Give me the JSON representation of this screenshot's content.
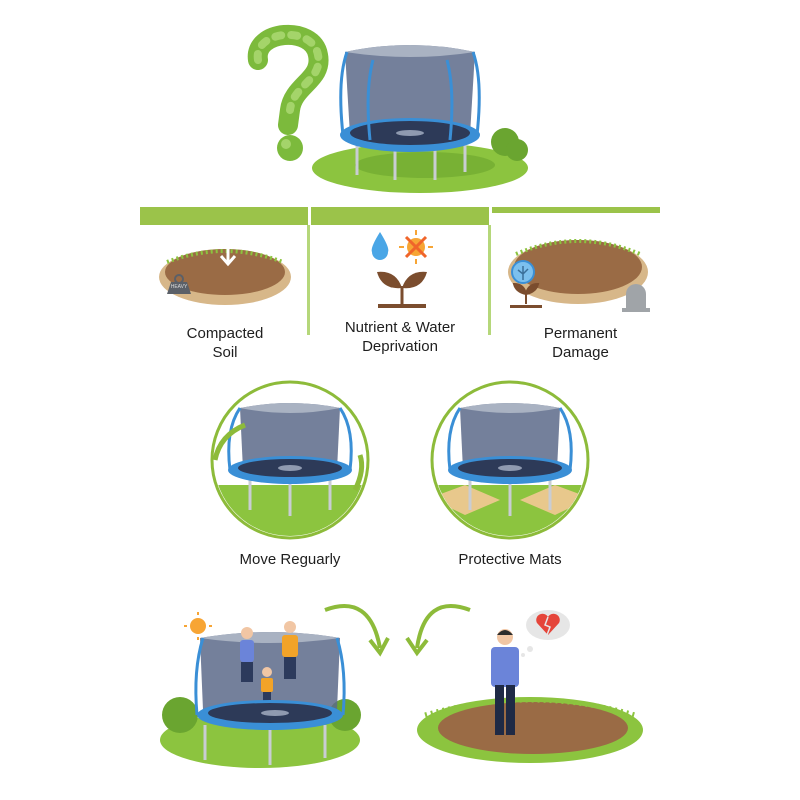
{
  "header": {
    "question_mark_icon": "leaf-question-mark",
    "hero_image": "trampoline-on-grass"
  },
  "effects": {
    "bar_color": "#9bc34a",
    "items": [
      {
        "label_line1": "Compacted",
        "label_line2": "Soil",
        "icon": "compacted-soil-weight",
        "weight_text": "HEAVY"
      },
      {
        "label_line1": "Nutrient & Water",
        "label_line2": "Deprivation",
        "icon": "sprout-no-sun-water"
      },
      {
        "label_line1": "Permanent",
        "label_line2": "Damage",
        "icon": "dead-grass-tombstone"
      }
    ]
  },
  "solutions": {
    "items": [
      {
        "label": "Move Reguarly",
        "icon": "trampoline-move-arrows"
      },
      {
        "label": "Protective Mats",
        "icon": "trampoline-mats"
      }
    ]
  },
  "outcome": {
    "before": "family-jumping-trampoline",
    "after": "man-dead-lawn-heartbroken",
    "thought_icon": "broken-heart"
  },
  "colors": {
    "grass": "#8cc43f",
    "soil": "#9a6b45",
    "frame_blue": "#3a8fd6",
    "net": "#5c6a8a",
    "accent_green": "#8dbb3a"
  }
}
